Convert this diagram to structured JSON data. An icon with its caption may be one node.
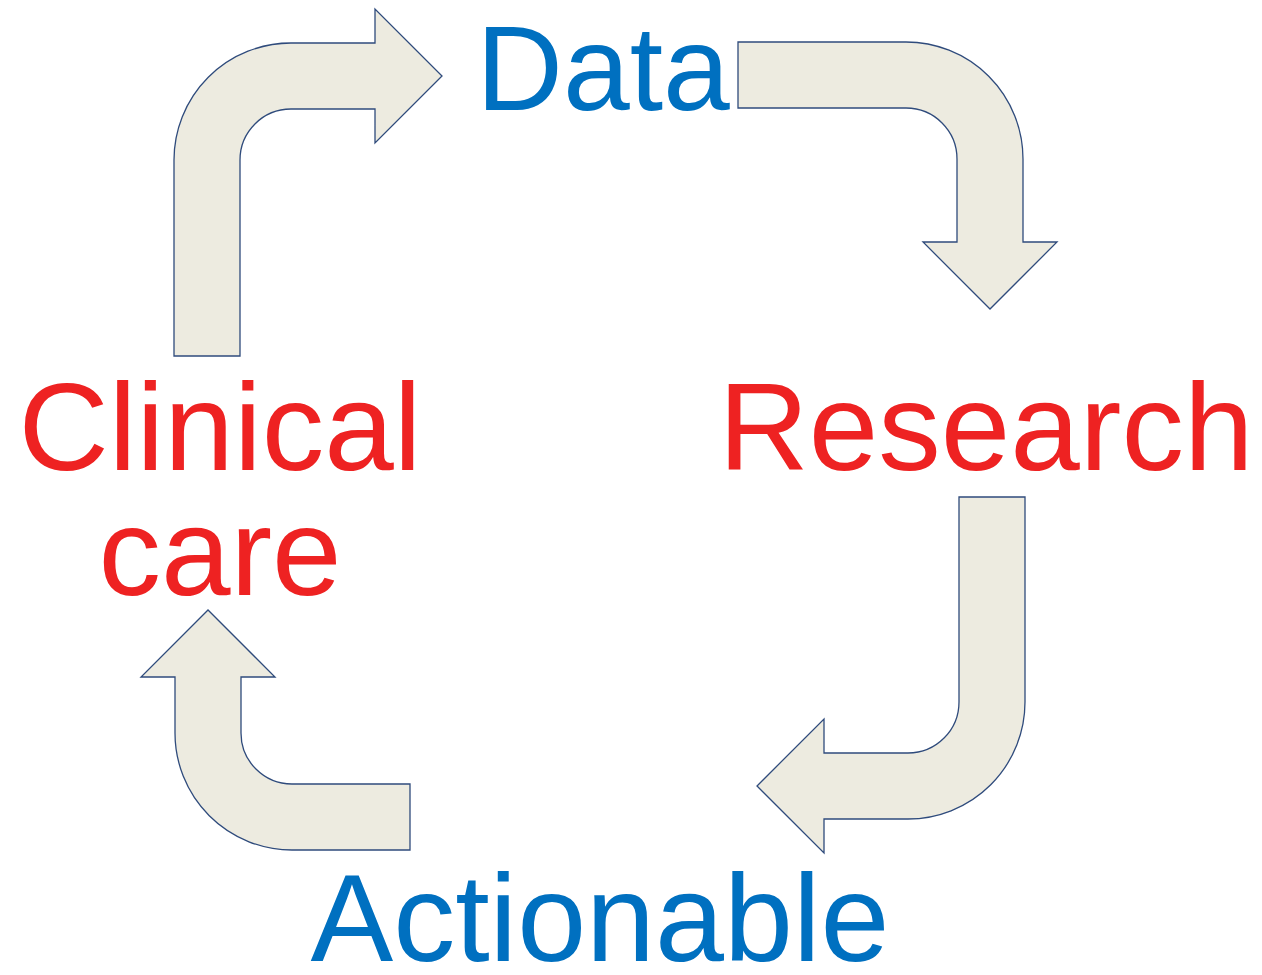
{
  "diagram": {
    "nodes": [
      {
        "text": [
          "Data"
        ]
      },
      {
        "text": [
          "Research"
        ]
      },
      {
        "text": [
          "Actionable"
        ]
      },
      {
        "text": [
          "Clinical care"
        ]
      }
    ],
    "edges": [
      {
        "from": 3,
        "to": 0,
        "arrow": "to"
      },
      {
        "from": 0,
        "to": 1,
        "arrow": "to"
      },
      {
        "from": 1,
        "to": 2,
        "arrow": "to"
      },
      {
        "from": 2,
        "to": 3,
        "arrow": "to"
      }
    ]
  }
}
